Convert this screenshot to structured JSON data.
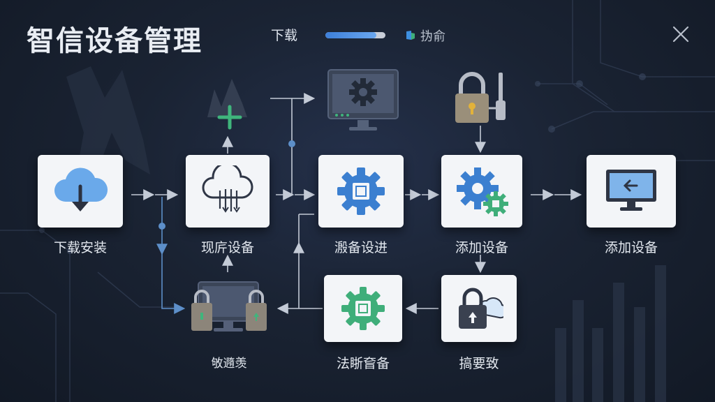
{
  "header": {
    "title": "智信设备管理",
    "download_label": "下载",
    "download_progress": 0.85,
    "brand_text": "㧑俞"
  },
  "steps": [
    {
      "id": "download-install",
      "label": "下载安装"
    },
    {
      "id": "discover-device",
      "label": "现庍设备"
    },
    {
      "id": "activate-setup",
      "label": "溵备设进"
    },
    {
      "id": "add-device",
      "label": "添加设备"
    },
    {
      "id": "add-device-2",
      "label": "添加设备"
    },
    {
      "id": "summary",
      "label": "搞要致"
    },
    {
      "id": "rule-set",
      "label": "法䀿㚛备"
    },
    {
      "id": "lock-monitor",
      "label": "敂䢫羡"
    }
  ],
  "icons": {
    "download": "cloud-download-icon",
    "cloud": "cloud-sync-icon",
    "gear": "gear-chip-icon",
    "gears": "gears-icon",
    "monitor": "monitor-back-icon",
    "lock": "lock-cloud-icon",
    "close": "close-icon"
  },
  "colors": {
    "accent": "#3d7fd9",
    "green": "#3fae7a",
    "card": "#f3f5f8"
  }
}
